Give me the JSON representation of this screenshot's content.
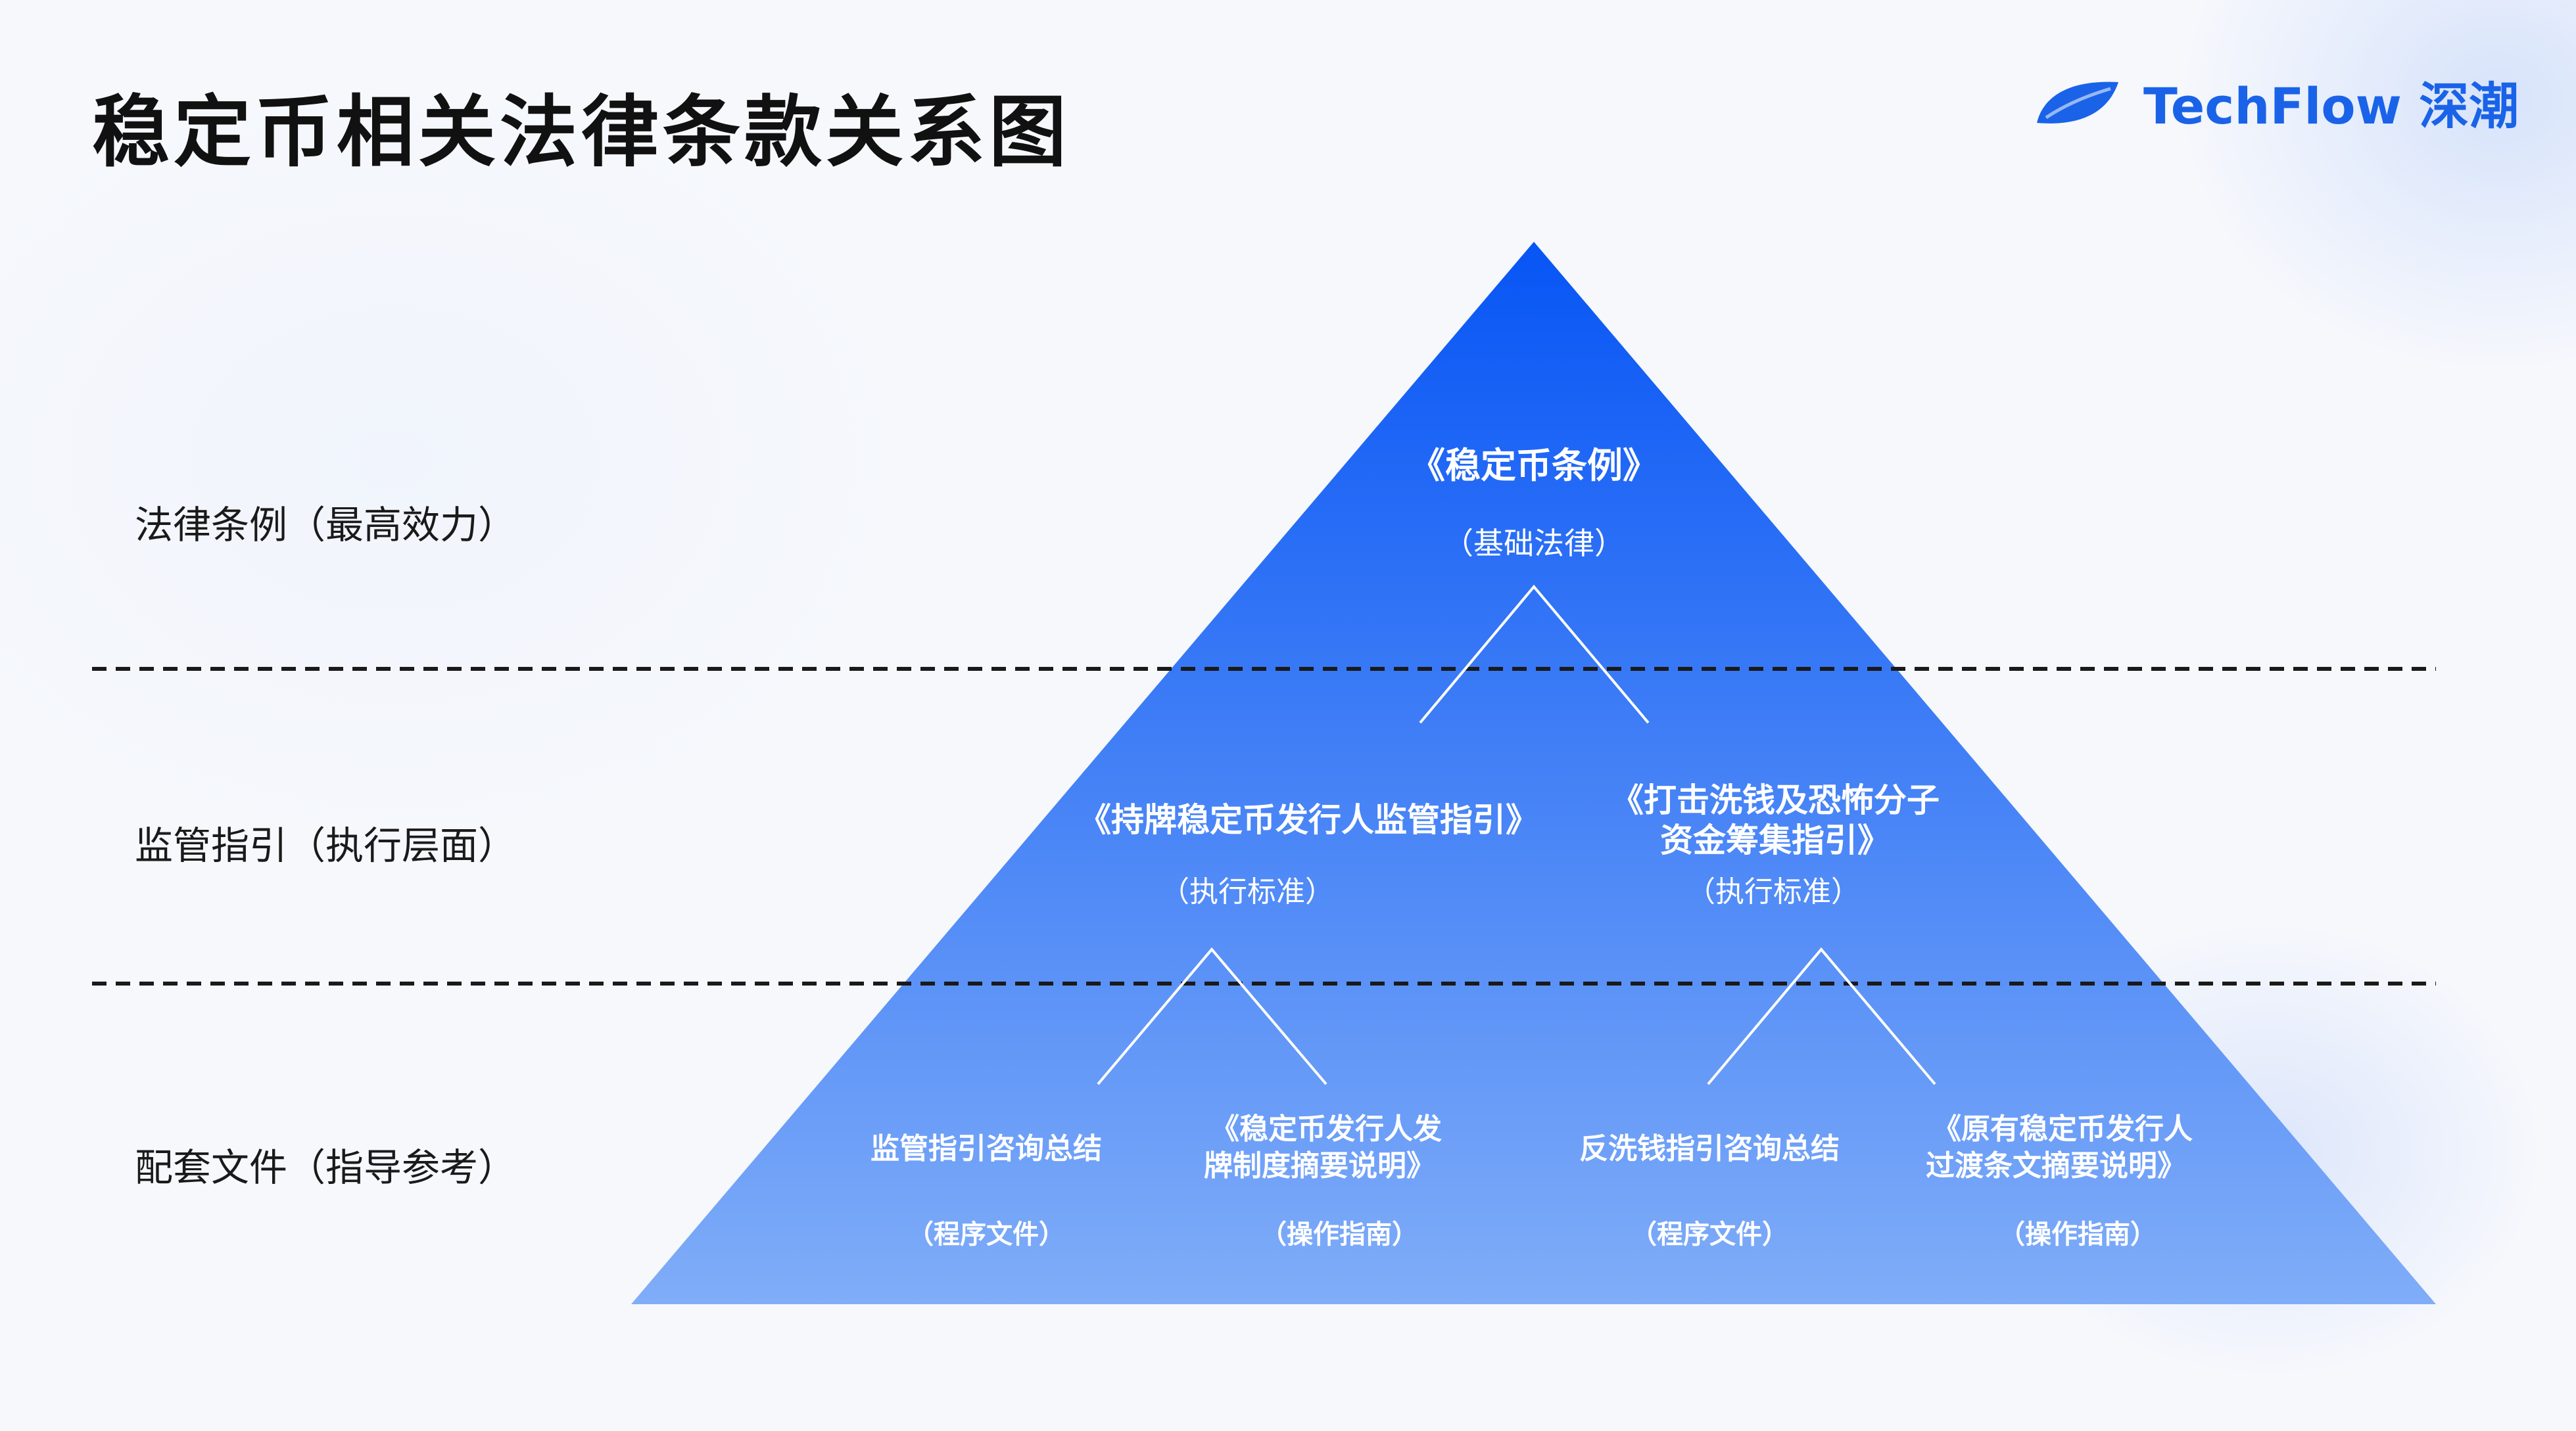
{
  "title": "稳定币相关法律条款关系图",
  "logo": {
    "text": "TechFlow 深潮",
    "color": "#1a63e8"
  },
  "layers": [
    {
      "label": "法律条例（最高效力）"
    },
    {
      "label": "监管指引（执行层面）"
    },
    {
      "label": "配套文件（指导参考）"
    }
  ],
  "colors": {
    "pyramid_top": "#0755f5",
    "pyramid_bottom": "#80adf8"
  },
  "nodes": {
    "top": {
      "title": "《稳定币条例》",
      "sub": "（基础法律）"
    },
    "mid_left": {
      "title": "《持牌稳定币发行人监管指引》",
      "sub": "（执行标准）"
    },
    "mid_right": {
      "title_lines": [
        "《打击洗钱及恐怖分子",
        "资金筹集指引》"
      ],
      "sub": "（执行标准）"
    },
    "bottom": [
      {
        "title_lines": [
          "监管指引咨询总结"
        ],
        "sub": "（程序文件）"
      },
      {
        "title_lines": [
          "《稳定币发行人发",
          "牌制度摘要说明》"
        ],
        "sub": "（操作指南）"
      },
      {
        "title_lines": [
          "反洗钱指引咨询总结"
        ],
        "sub": "（程序文件）"
      },
      {
        "title_lines": [
          "《原有稳定币发行人",
          "过渡条文摘要说明》"
        ],
        "sub": "（操作指南）"
      }
    ]
  }
}
